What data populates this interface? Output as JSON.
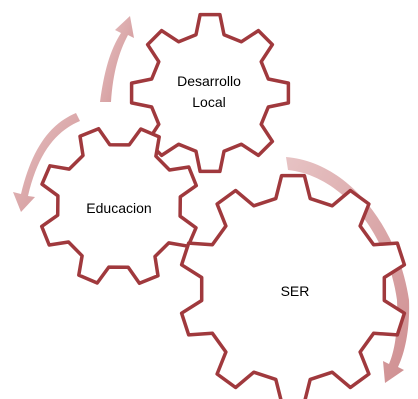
{
  "colors": {
    "gear_outline": "#a0393d",
    "arrow_fill": "#dcaaab",
    "background": "#ffffff"
  },
  "gears": [
    {
      "id": "desarrollo-local",
      "lines": [
        "Desarrollo",
        "Local"
      ]
    },
    {
      "id": "educacion",
      "lines": [
        "Educacion"
      ]
    },
    {
      "id": "ser",
      "lines": [
        "SER"
      ]
    }
  ]
}
